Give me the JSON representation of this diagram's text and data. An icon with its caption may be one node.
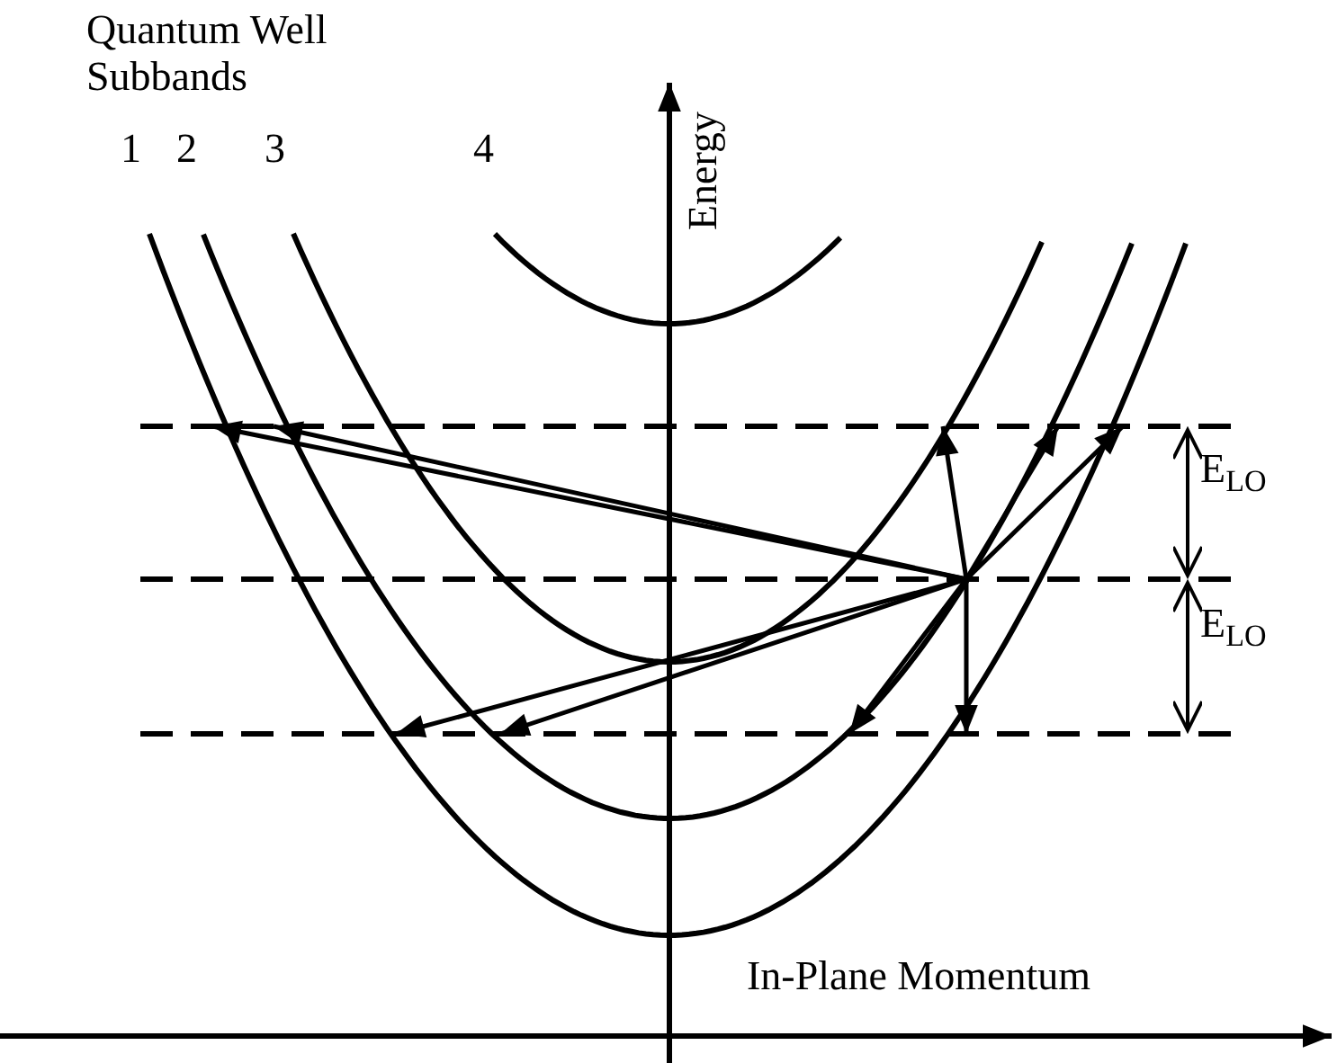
{
  "diagram": {
    "labels": [
      "Quantum Well Subbands",
      "1",
      "2",
      "3",
      "4",
      "Energy",
      "E$_{LO}$",
      "E$_{LO}$",
      "In-Plane Momentum"
    ]
  }
}
